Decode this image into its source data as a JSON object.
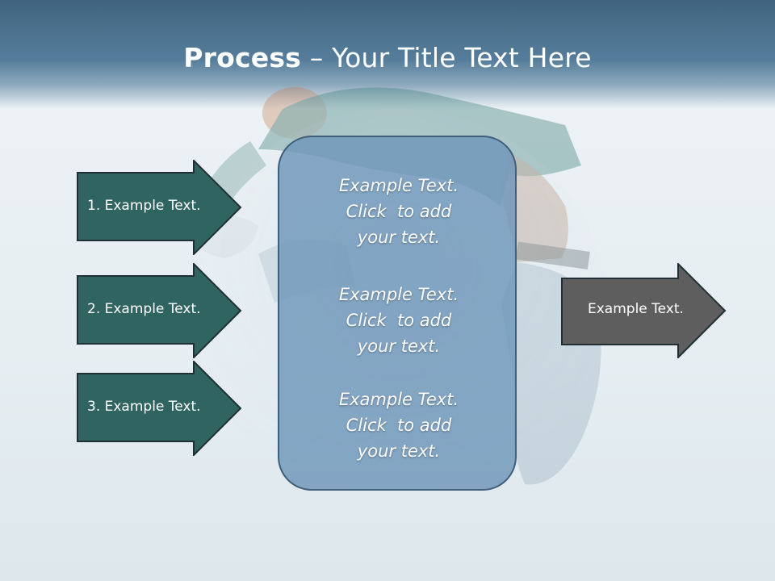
{
  "slide": {
    "title_bold": "Process",
    "title_rest": " – Your Title Text Here"
  },
  "center": {
    "blocks": [
      "Example Text.\nClick  to add\nyour text.",
      "Example Text.\nClick  to add\nyour text.",
      "Example Text.\nClick  to add\nyour text."
    ]
  },
  "left_arrows": [
    {
      "label": "1. Example Text."
    },
    {
      "label": "2. Example Text."
    },
    {
      "label": "3. Example Text."
    }
  ],
  "right_arrow": {
    "label": "Example Text."
  },
  "colors": {
    "header": "#40647f",
    "left_arrow_fill": "#2f6461",
    "right_arrow_fill": "#5e5e5e",
    "center_fill": "#6e96b9",
    "outline": "#1f2f33"
  }
}
